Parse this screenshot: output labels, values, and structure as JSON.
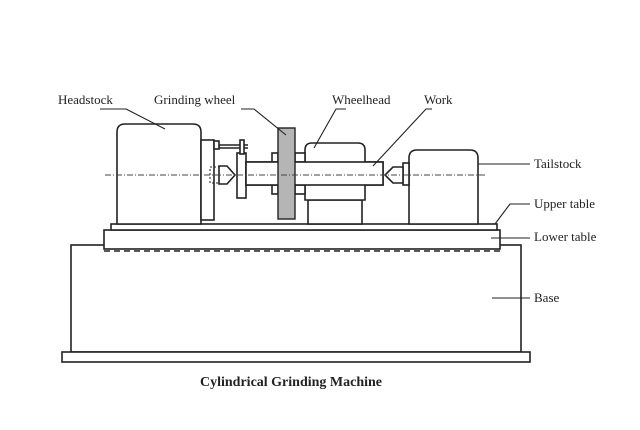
{
  "title": "Cylindrical Grinding Machine",
  "labels": {
    "headstock": "Headstock",
    "grinding_wheel": "Grinding wheel",
    "wheelhead": "Wheelhead",
    "work": "Work",
    "tailstock": "Tailstock",
    "upper_table": "Upper table",
    "lower_table": "Lower table",
    "base": "Base"
  },
  "colors": {
    "line": "#222222",
    "grinding_wheel_fill": "#b5b5b5",
    "background": "#ffffff"
  }
}
